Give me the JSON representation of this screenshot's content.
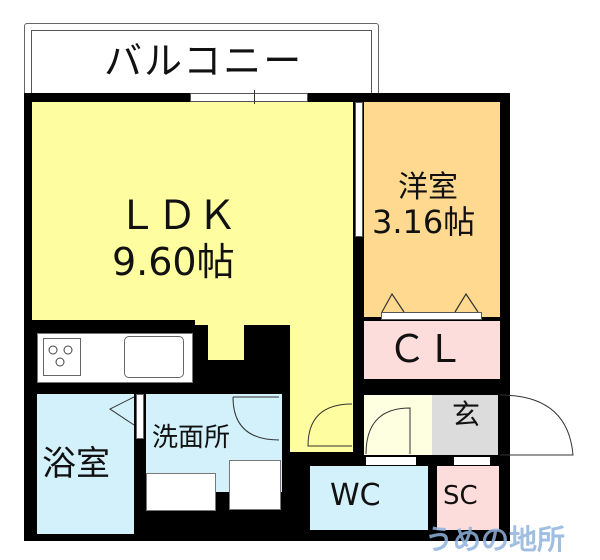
{
  "balcony": {
    "label": "バルコニー"
  },
  "rooms": {
    "ldk": {
      "name": "ＬＤＫ",
      "size": "9.60帖",
      "color": "#fefea0"
    },
    "western": {
      "name": "洋室",
      "size": "3.16帖",
      "color": "#fed98f"
    },
    "closet": {
      "name": "ＣＬ",
      "color": "#fddcdc"
    },
    "bath": {
      "name": "浴室",
      "color": "#d3f1fb"
    },
    "washroom": {
      "name": "洗面所",
      "color": "#d3f1fb"
    },
    "entrance": {
      "name": "玄",
      "color": "#dcdcdc"
    },
    "hall": {
      "color": "#fefee0"
    },
    "wc": {
      "name": "WC",
      "color": "#d3f1fb"
    },
    "sc": {
      "name": "SC",
      "color": "#fddcdc"
    }
  },
  "watermark": {
    "text": "うめの地所",
    "color": "#8fb3dd"
  }
}
